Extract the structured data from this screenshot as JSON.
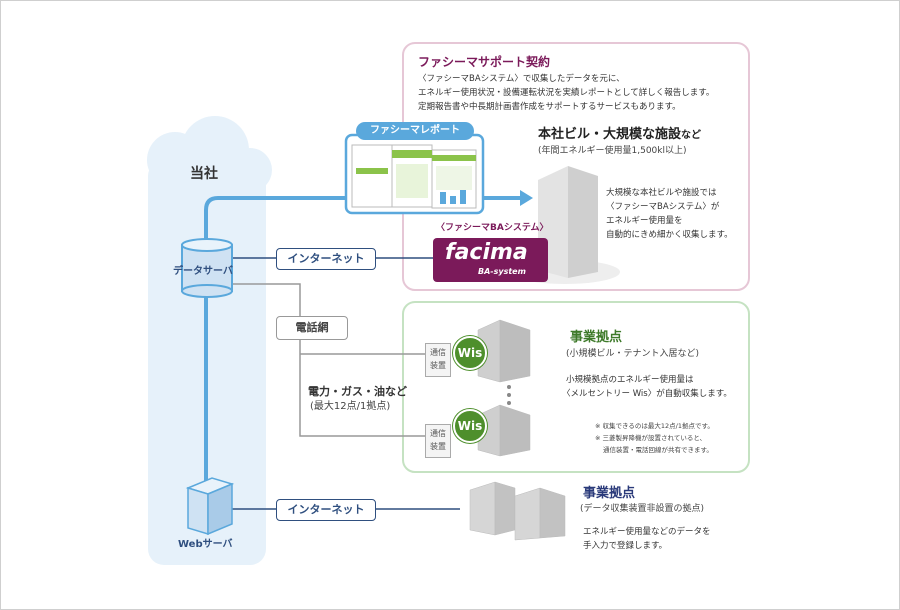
{
  "company": {
    "title": "当社"
  },
  "servers": {
    "data_server": "データサーバ",
    "web_server": "Webサーバ"
  },
  "network": {
    "internet_top": "インターネット",
    "phone_net": "電話網",
    "internet_bottom": "インターネット"
  },
  "measures": {
    "title": "電力・ガス・油など",
    "sub": "(最大12点/1拠点)"
  },
  "contract": {
    "title": "ファシーマサポート契約",
    "lines": [
      "〈ファシーマBAシステム〉で収集したデータを元に、",
      "エネルギー使用状況・設備運転状況を実績レポートとして詳しく報告します。",
      "定期報告書や中長期計画書作成をサポートするサービスもあります。"
    ]
  },
  "report": {
    "title": "ファシーマレポート"
  },
  "ba_system": {
    "caption": "〈ファシーマBAシステム〉",
    "logo_main": "facima",
    "logo_sub": "BA-system"
  },
  "hq": {
    "title": "本社ビル・大規模な施設",
    "title_suffix": "など",
    "sub": "(年間エネルギー使用量1,500kl以上)",
    "lines": [
      "大規模な本社ビルや施設では",
      "〈ファシーマBAシステム〉が",
      "エネルギー使用量を",
      "自動的にきめ細かく収集します。"
    ]
  },
  "branch_wis": {
    "title": "事業拠点",
    "sub": "(小規模ビル・テナント入居など)",
    "lines": [
      "小規模拠点のエネルギー使用量は",
      "〈メルセントリー Wis〉が自動収集します。"
    ],
    "notes": [
      "※ 収集できるのは最大12点/1拠点です。",
      "※ 三菱製昇降機が設置されていると、",
      "通信装置・電話回線が共有できます。"
    ],
    "device_label_1": "通信",
    "device_label_2": "装置",
    "wis_label": "Wis"
  },
  "branch_manual": {
    "title": "事業拠点",
    "sub": "(データ収集装置非設置の拠点)",
    "lines": [
      "エネルギー使用量などのデータを",
      "手入力で登録します。"
    ]
  },
  "colors": {
    "blue_line": "#5aa8dc",
    "navy": "#2a3a7a",
    "purple": "#7b1a5a",
    "green": "#3e7a2a"
  }
}
